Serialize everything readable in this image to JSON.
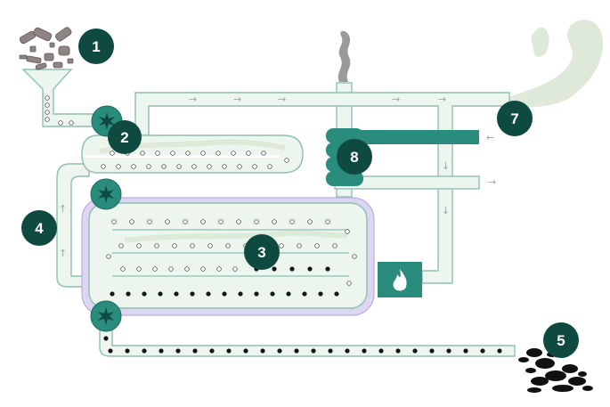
{
  "colors": {
    "badge": "#0f4a40",
    "teal": "#2a8c7c",
    "pipe_fill": "#edf5ef",
    "pipe_stroke": "#8fbfb2",
    "reactor_purple": "#ddd6f3",
    "smoke_green": "#dfe9d9",
    "smoke_grey": "#9a9a9a",
    "char_black": "#111111"
  },
  "icons": {
    "feed_hopper": "funnel-icon",
    "rotary_valve": "star-valve-icon",
    "burner": "flame-icon",
    "biochar_pile": "char-pile-icon",
    "chimney_smoke": "smoke-icon"
  },
  "labels": [
    {
      "id": "1",
      "text": "1"
    },
    {
      "id": "2",
      "text": "2"
    },
    {
      "id": "3",
      "text": "3"
    },
    {
      "id": "4",
      "text": "4"
    },
    {
      "id": "5",
      "text": "5"
    },
    {
      "id": "7",
      "text": "7"
    },
    {
      "id": "8",
      "text": "8"
    }
  ],
  "flow_arrows": {
    "top_pipe": [
      "→",
      "→",
      "→",
      "→",
      "→"
    ],
    "left_pipe": [
      "↑",
      "↑"
    ],
    "right_pipe": [
      "↓",
      "↓"
    ],
    "heat_in": "←",
    "heat_out": "→"
  }
}
